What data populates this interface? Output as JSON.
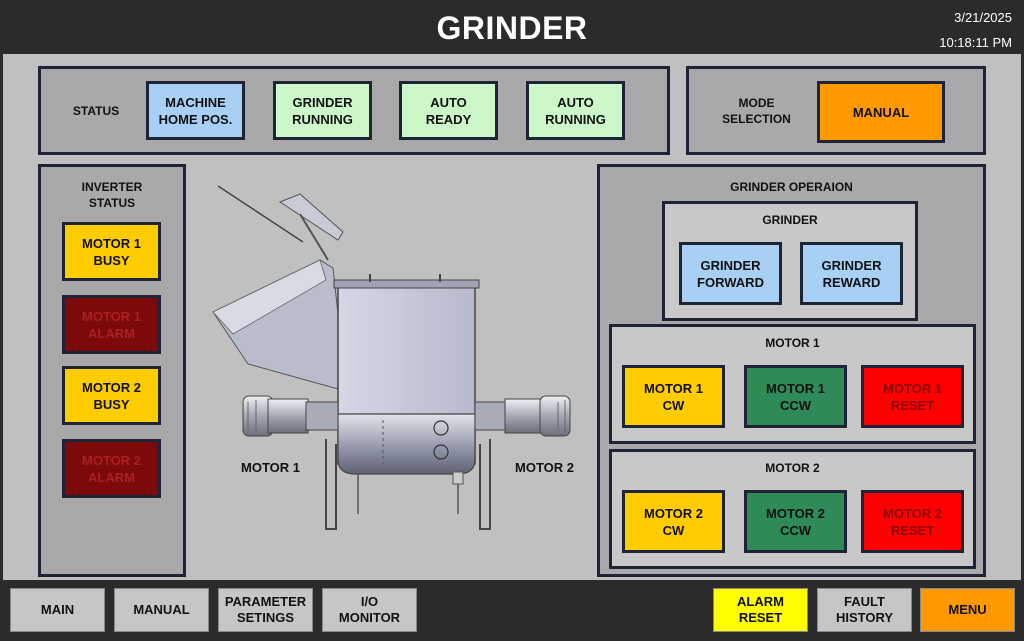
{
  "header": {
    "title": "GRINDER",
    "date": "3/21/2025",
    "time": "10:18:11 PM"
  },
  "status": {
    "label": "STATUS",
    "indicators": [
      {
        "label": "MACHINE\nHOME POS.",
        "color": "#a8d0f5"
      },
      {
        "label": "GRINDER\nRUNNING",
        "color": "#ccf7c9"
      },
      {
        "label": "AUTO\nREADY",
        "color": "#ccf7c9"
      },
      {
        "label": "AUTO\nRUNNING",
        "color": "#ccf7c9"
      }
    ]
  },
  "mode": {
    "label": "MODE\nSELECTION",
    "button": "MANUAL",
    "color": "#ff9900"
  },
  "inverter": {
    "title": "INVERTER\nSTATUS",
    "items": [
      {
        "label": "MOTOR 1\nBUSY",
        "color": "#ffcc00",
        "text_color": "#111111"
      },
      {
        "label": "MOTOR 1\nALARM",
        "color": "#7d0a0a",
        "text_color": "#a82020"
      },
      {
        "label": "MOTOR 2\nBUSY",
        "color": "#ffcc00",
        "text_color": "#111111"
      },
      {
        "label": "MOTOR 2\nALARM",
        "color": "#7d0a0a",
        "text_color": "#a82020"
      }
    ]
  },
  "machine": {
    "motor1_label": "MOTOR 1",
    "motor2_label": "MOTOR 2"
  },
  "operation": {
    "title": "GRINDER OPERAION",
    "grinder": {
      "title": "GRINDER",
      "forward": "GRINDER\nFORWARD",
      "reward": "GRINDER\nREWARD",
      "color": "#a8d0f5"
    },
    "motor1": {
      "title": "MOTOR 1",
      "cw": "MOTOR 1\nCW",
      "ccw": "MOTOR 1\nCCW",
      "reset": "MOTOR 1\nRESET"
    },
    "motor2": {
      "title": "MOTOR 2",
      "cw": "MOTOR 2\nCW",
      "ccw": "MOTOR 2\nCCW",
      "reset": "MOTOR 2\nRESET"
    },
    "colors": {
      "cw": "#ffcc00",
      "ccw": "#2e8b57",
      "reset": "#ff0000",
      "reset_text": "#8b0000"
    }
  },
  "footer": {
    "main": "MAIN",
    "manual": "MANUAL",
    "parameter": "PARAMETER\nSETINGS",
    "io": "I/O\nMONITOR",
    "alarm_reset": "ALARM\nRESET",
    "fault_history": "FAULT\nHISTORY",
    "menu": "MENU",
    "colors": {
      "alarm_reset": "#ffff00",
      "menu": "#ff9900",
      "default": "#c6c6c6"
    }
  }
}
